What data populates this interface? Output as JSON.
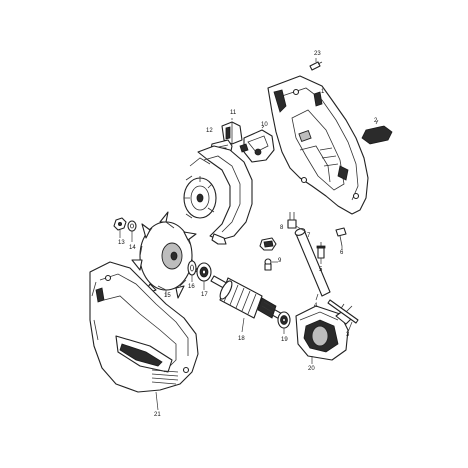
{
  "callouts": {
    "c1": "1",
    "c2": "2",
    "c3": "3",
    "c4": "4",
    "c5": "5",
    "c6": "6",
    "c7": "7",
    "c8": "8",
    "c9": "9",
    "c10": "10",
    "c11": "11",
    "c12": "12",
    "c13": "13",
    "c14": "14",
    "c15": "15",
    "c16": "16",
    "c17": "17",
    "c18": "18",
    "c19": "19",
    "c20": "20",
    "c21": "21",
    "c23": "23"
  }
}
